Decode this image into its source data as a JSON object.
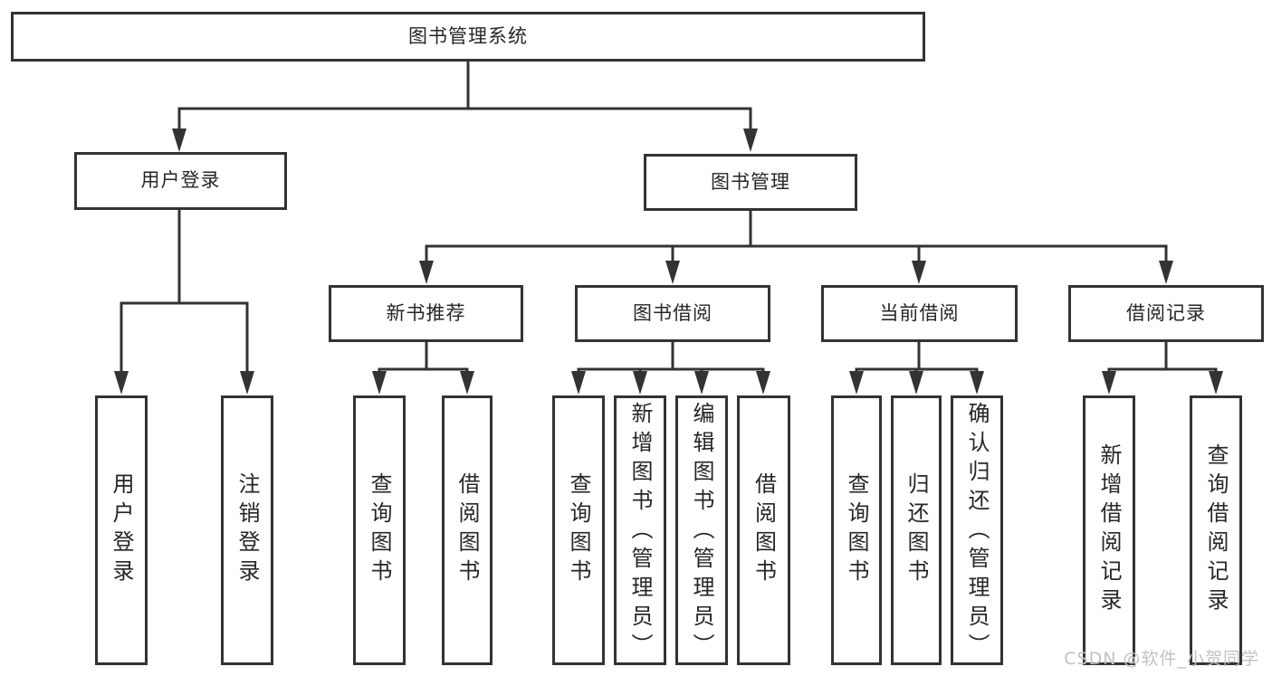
{
  "watermark": "CSDN @软件_小贺同学",
  "colors": {
    "line": "#333333",
    "text": "#262626",
    "watermark": "#c2c2c2",
    "background": "#ffffff"
  },
  "tree": {
    "label": "图书管理系统",
    "children": [
      {
        "label": "用户登录",
        "children": [
          {
            "label": "用户登录"
          },
          {
            "label": "注销登录"
          }
        ]
      },
      {
        "label": "图书管理",
        "children": [
          {
            "label": "新书推荐",
            "children": [
              {
                "label": "查询图书"
              },
              {
                "label": "借阅图书"
              }
            ]
          },
          {
            "label": "图书借阅",
            "children": [
              {
                "label": "查询图书"
              },
              {
                "label": "新增图书（管理员）"
              },
              {
                "label": "编辑图书（管理员）"
              },
              {
                "label": "借阅图书"
              }
            ]
          },
          {
            "label": "当前借阅",
            "children": [
              {
                "label": "查询图书"
              },
              {
                "label": "归还图书"
              },
              {
                "label": "确认归还（管理员）"
              }
            ]
          },
          {
            "label": "借阅记录",
            "children": [
              {
                "label": "新增借阅记录"
              },
              {
                "label": "查询借阅记录"
              }
            ]
          }
        ]
      }
    ]
  }
}
